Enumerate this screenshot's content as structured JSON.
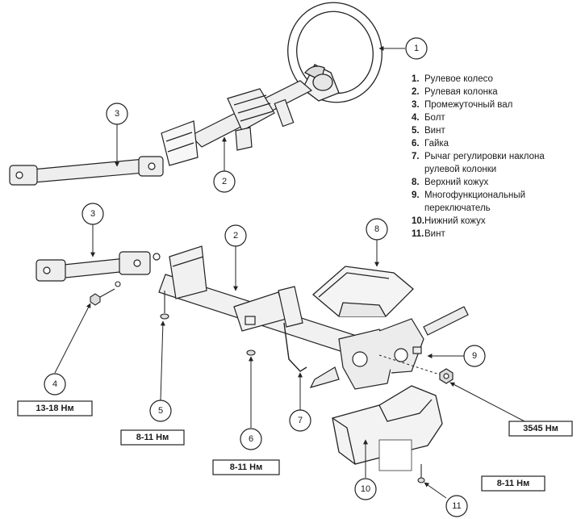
{
  "callouts": {
    "c1": "1",
    "c2a": "2",
    "c2b": "2",
    "c3a": "3",
    "c3b": "3",
    "c4": "4",
    "c5": "5",
    "c6": "6",
    "c7": "7",
    "c8": "8",
    "c9": "9",
    "c10": "10",
    "c11": "11"
  },
  "legend": [
    {
      "num": "1.",
      "label": "Рулевое колесо"
    },
    {
      "num": "2.",
      "label": "Рулевая колонка"
    },
    {
      "num": "3.",
      "label": "Промежуточный вал"
    },
    {
      "num": "4.",
      "label": "Болт"
    },
    {
      "num": "5.",
      "label": "Винт"
    },
    {
      "num": "6.",
      "label": "Гайка"
    },
    {
      "num": "7.",
      "label": "Рычаг регулировки наклона рулевой колонки"
    },
    {
      "num": "8.",
      "label": "Верхний кожух"
    },
    {
      "num": "9.",
      "label": "Многофункциональный переключатель"
    },
    {
      "num": "10.",
      "label": "Нижний кожух"
    },
    {
      "num": "11.",
      "label": "Винт"
    }
  ],
  "torques": {
    "t4": "13-18 Нм",
    "t5": "8-11 Нм",
    "t6": "8-11 Нм",
    "t12": "3545 Нм",
    "t11": "8-11 Нм"
  }
}
